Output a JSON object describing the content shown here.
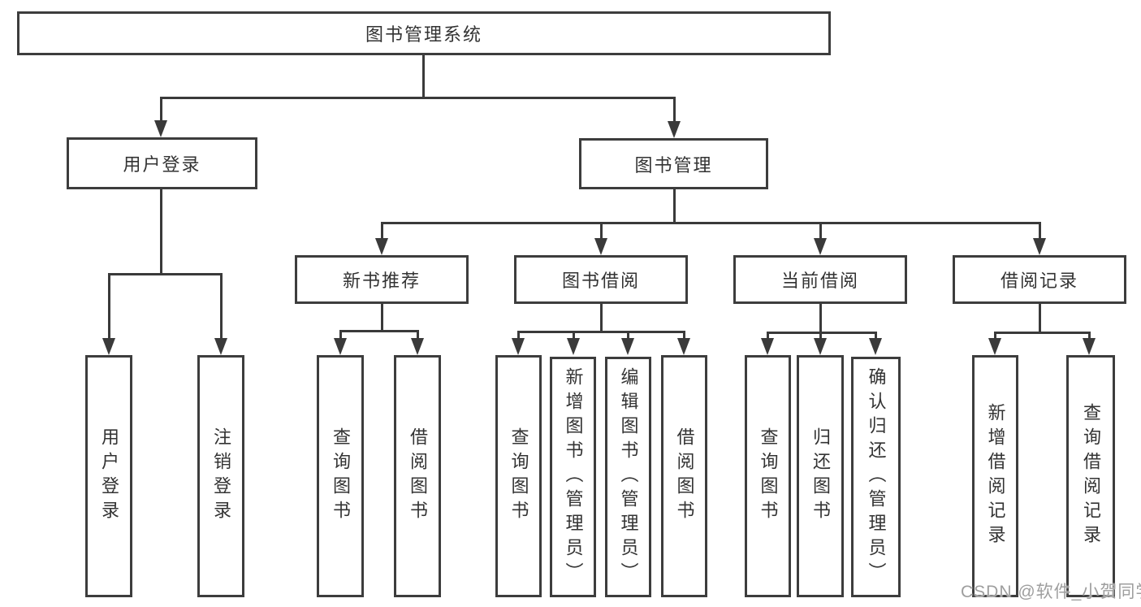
{
  "diagram": {
    "nodes": {
      "root": "图书管理系统",
      "user_login": "用户登录",
      "book_mgmt": "图书管理",
      "new_book_rec": "新书推荐",
      "book_borrow": "图书借阅",
      "current_borrow": "当前借阅",
      "borrow_record": "借阅记录",
      "leaf_user_login": "用户登录",
      "leaf_logout": "注销登录",
      "leaf_nb_query": "查询图书",
      "leaf_nb_borrow": "借阅图书",
      "leaf_bb_query": "查询图书",
      "leaf_bb_add": "新增图书（管理员）",
      "leaf_bb_edit": "编辑图书（管理员）",
      "leaf_bb_borrow": "借阅图书",
      "leaf_cb_query": "查询图书",
      "leaf_cb_return": "归还图书",
      "leaf_cb_confirm": "确认归还（管理员）",
      "leaf_br_add": "新增借阅记录",
      "leaf_br_query": "查询借阅记录"
    },
    "line_color": "#3a3a3a",
    "text_color": "#333333"
  },
  "watermark": "CSDN @软件_小贺同学"
}
